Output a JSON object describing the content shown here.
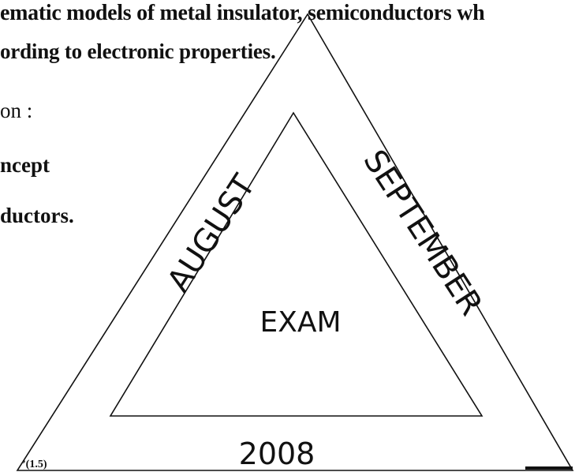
{
  "document": {
    "lines": [
      "ematic models of metal insulator, semiconductors wh",
      "ording to electronic properties.",
      "on :",
      "ncept",
      "ductors.",
      "’(1.5)"
    ]
  },
  "stamp": {
    "left_word": "AUGUST",
    "right_word": "SEPTEMBER",
    "center_word": "EXAM",
    "bottom_word": "2008"
  },
  "colors": {
    "ink": "#111111",
    "paper": "#ffffff"
  }
}
